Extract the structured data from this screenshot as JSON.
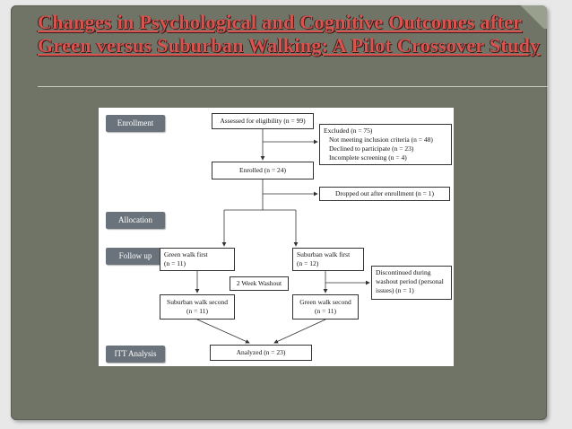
{
  "slide": {
    "title": "Changes in Psychological and Cognitive Outcomes after Green versus Suburban Walking: A Pilot Crossover Study"
  },
  "flowchart": {
    "stages": {
      "enrollment": "Enrollment",
      "allocation": "Allocation",
      "follow_up": "Follow up",
      "itt": "ITT Analysis"
    },
    "assessed": "Assessed for eligibility (n = 99)",
    "excluded": {
      "title": "Excluded (n = 75)",
      "reason1": "Not meeting inclusion criteria (n = 48)",
      "reason2": "Declined to participate (n = 23)",
      "reason3": "Incomplete screening (n = 4)"
    },
    "enrolled": "Enrolled (n = 24)",
    "dropped": "Dropped out after enrollment (n = 1)",
    "green_first": {
      "line1": "Green walk first",
      "line2": "(n = 11)"
    },
    "suburban_first": {
      "line1": "Suburban walk first",
      "line2": "(n = 12)"
    },
    "washout": "2 Week Washout",
    "discontinued": {
      "line1": "Discontinued during",
      "line2": "washout period (personal",
      "line3": "issues) (n = 1)"
    },
    "suburban_second": {
      "line1": "Suburban walk second",
      "line2": "(n = 11)"
    },
    "green_second": {
      "line1": "Green walk second",
      "line2": "(n = 11)"
    },
    "analyzed": "Analyzed (n = 23)"
  }
}
